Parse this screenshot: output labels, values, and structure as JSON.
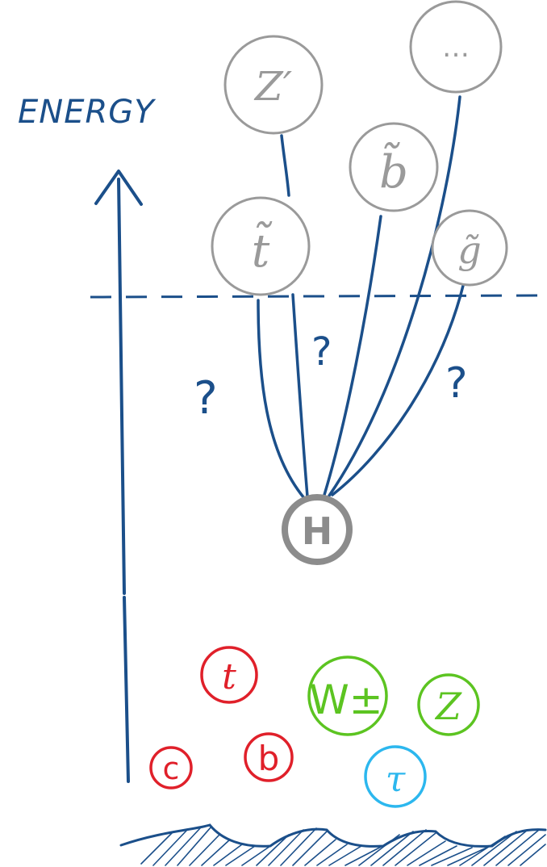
{
  "axis_label": "ENERGY",
  "question_mark": "?",
  "colors": {
    "axis": "#1b4f8a",
    "heavy": "#9a9a9a",
    "higgs": "#8c8c8c",
    "quark": "#e0202a",
    "boson": "#5cc421",
    "lepton": "#2cb7ee",
    "sea": "#1b4f8a"
  },
  "heavy_particles": [
    {
      "id": "zprime",
      "label": "Z′"
    },
    {
      "id": "dots",
      "label": "…"
    },
    {
      "id": "sbottom",
      "label": "b̃"
    },
    {
      "id": "stop",
      "label": "t̃"
    },
    {
      "id": "gluino",
      "label": "g̃"
    }
  ],
  "higgs": {
    "label": "H"
  },
  "light_particles": [
    {
      "id": "top",
      "label": "t",
      "family": "quark"
    },
    {
      "id": "charm",
      "label": "c",
      "family": "quark"
    },
    {
      "id": "bottom",
      "label": "b",
      "family": "quark"
    },
    {
      "id": "wboson",
      "label": "W±",
      "family": "boson"
    },
    {
      "id": "zboson",
      "label": "Z",
      "family": "boson"
    },
    {
      "id": "tau",
      "label": "τ",
      "family": "lepton"
    }
  ]
}
